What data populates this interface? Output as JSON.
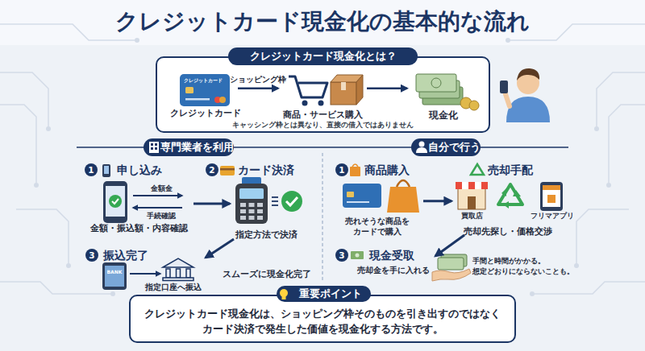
{
  "diagram": {
    "title": "クレジットカード現金化の基本的な流れ",
    "nodes": [
      {
        "text": [
          "クレジットカード現金化とは？"
        ]
      },
      {
        "text": [
          "クレジットカード"
        ],
        "in": 0
      },
      {
        "text": [
          "商品・サービス購入"
        ],
        "in": 0
      },
      {
        "text": [
          "現金化"
        ],
        "in": 0
      },
      {
        "text": [
          "専門業者を利用"
        ]
      },
      {
        "text": [
          "申し込み",
          "金額・振込額・内容確認"
        ]
      },
      {
        "text": [
          "カード決済",
          "指定方法で決済"
        ]
      },
      {
        "text": [
          "振込完了",
          "指定口座へ振込"
        ]
      },
      {
        "text": [
          "自分で行う"
        ]
      },
      {
        "text": [
          "商品購入",
          "売れそうな商品を カードで購入"
        ]
      },
      {
        "text": [
          "売却手配",
          "売却先探し・価格交渉"
        ]
      },
      {
        "text": [
          "現金受取",
          "売却金を手に入れる"
        ]
      },
      {
        "text": [
          "重要ポイント",
          "クレジットカード現金化は、ショッピング枠そのものを引き出すのではなく カード決済で発生した価値を現金化する方法です。"
        ]
      }
    ],
    "edges": [
      {
        "from": 1,
        "to": 2,
        "label": "ショッピング枠",
        "arrow": "to"
      },
      {
        "from": 2,
        "to": 3,
        "arrow": "to"
      },
      {
        "from": 5,
        "to": 6,
        "arrow": "to"
      },
      {
        "from": 6,
        "to": 7,
        "arrow": "to"
      },
      {
        "from": 9,
        "to": 10,
        "arrow": "to"
      },
      {
        "from": 10,
        "to": 11,
        "arrow": "to"
      }
    ],
    "labels": [
      "クレジットカード",
      "キャッシング枠とは異なり、直接の借入ではありません",
      "1",
      "金額金",
      "手続確認",
      "2",
      "3",
      "BANK",
      "スムーズに現金化完了",
      "1",
      "買取店",
      "フリマアプリ",
      "3",
      "手間と時間がかかる。 想定どおりにならないことも。"
    ]
  }
}
